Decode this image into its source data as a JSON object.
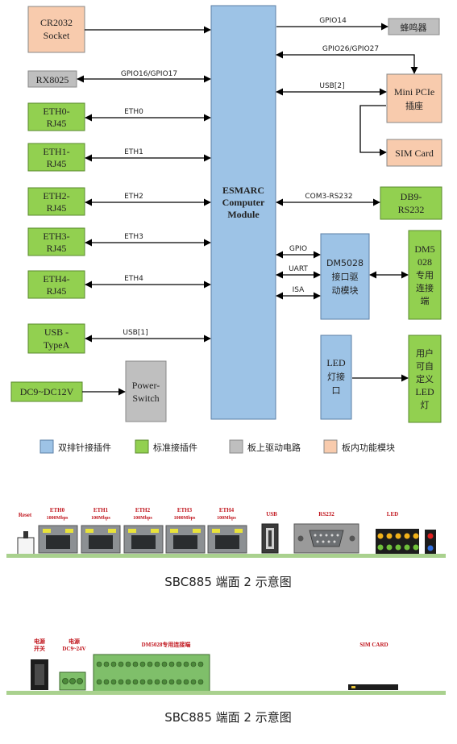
{
  "diagram": {
    "blocks": {
      "cr2032": [
        "CR2032",
        "Socket"
      ],
      "rx8025": "RX8025",
      "eth0": [
        "ETH0-",
        "RJ45"
      ],
      "eth1": [
        "ETH1-",
        "RJ45"
      ],
      "eth2": [
        "ETH2-",
        "RJ45"
      ],
      "eth3": [
        "ETH3-",
        "RJ45"
      ],
      "eth4": [
        "ETH4-",
        "RJ45"
      ],
      "usb": [
        "USB -",
        "TypeA"
      ],
      "dc": "DC9~DC12V",
      "power_switch": [
        "Power-",
        "Switch"
      ],
      "module": [
        "ESMARC",
        "Computer",
        "Module"
      ],
      "buzzer": "蜂鸣器",
      "mini_pcie": [
        "Mini PCIe",
        "插座"
      ],
      "sim": "SIM Card",
      "db9": [
        "DB9-",
        "RS232"
      ],
      "dm5028_driver": [
        "DM5028",
        "接口驱",
        "动模块"
      ],
      "dm5028_conn": [
        "DM5",
        "028",
        "专用",
        "连接",
        "端"
      ],
      "led_if": [
        "LED",
        "灯接",
        "口"
      ],
      "user_led": [
        "用户",
        "可自",
        "定义",
        "LED",
        "灯"
      ]
    },
    "signals": {
      "gpio1617": "GPIO16/GPIO17",
      "eth0": "ETH0",
      "eth1": "ETH1",
      "eth2": "ETH2",
      "eth3": "ETH3",
      "eth4": "ETH4",
      "usb1": "USB[1]",
      "gpio14": "GPIO14",
      "gpio2627": "GPIO26/GPIO27",
      "usb2": "USB[2]",
      "com3": "COM3-RS232",
      "gpio": "GPIO",
      "uart": "UART",
      "isa": "ISA"
    },
    "legend": [
      {
        "label": "双排针接插件",
        "color": "#9dc3e6"
      },
      {
        "label": "标准接插件",
        "color": "#92d050"
      },
      {
        "label": "板上驱动电路",
        "color": "#bfbfbf"
      },
      {
        "label": "板内功能模块",
        "color": "#f8cbad"
      }
    ]
  },
  "panel1": {
    "labels": {
      "reset": "Reset",
      "eth0": [
        "ETH0",
        "1000Mbps"
      ],
      "eth1": [
        "ETH1",
        "100Mbps"
      ],
      "eth2": [
        "ETH2",
        "100Mbps"
      ],
      "eth3": [
        "ETH3",
        "1000Mbps"
      ],
      "eth4": [
        "ETH4",
        "100Mbps"
      ],
      "usb": "USB",
      "rs232": "RS232",
      "led": "LED"
    },
    "caption": "SBC885 端面 2 示意图"
  },
  "panel2": {
    "labels": {
      "power_switch": [
        "电源",
        "开关"
      ],
      "power_in": [
        "电源",
        "DC9~24V"
      ],
      "dm5028": "DM5028专用连接端",
      "sim": "SIM CARD"
    },
    "caption": "SBC885 端面 2 示意图"
  },
  "colors": {
    "blue": "#9dc3e6",
    "green": "#92d050",
    "gray": "#bfbfbf",
    "orange": "#f8cbad",
    "board_line": "#a9d18e",
    "label_red": "#c0141c"
  }
}
